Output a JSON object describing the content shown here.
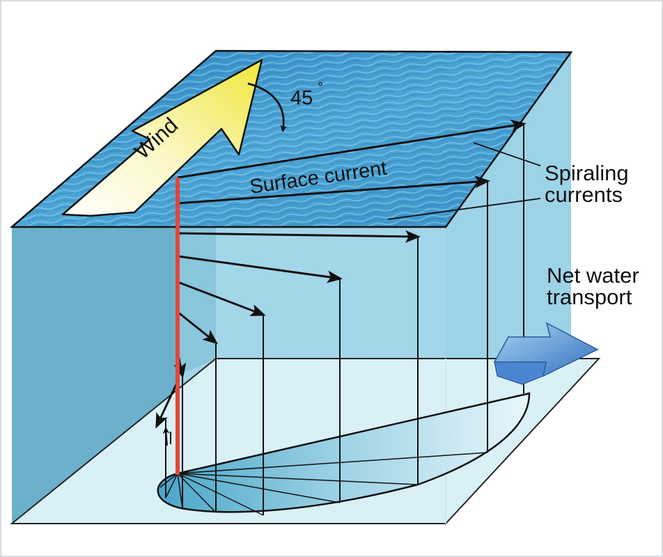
{
  "labels": {
    "wind": "Wind",
    "angle": "45",
    "angle_degree_mark": "°",
    "surface_current": "Surface current",
    "spiraling_line1": "Spiraling",
    "spiraling_line2": "currents",
    "net_line1": "Net water",
    "net_line2": "transport"
  },
  "colors": {
    "ocean_surface": "#3f96cc",
    "ocean_surface_light": "#7cc3e6",
    "water_side_dark": "#6fb2cc",
    "water_side_light": "#a4d8ea",
    "bottom_plane": "#d6eff6",
    "axis_line": "#e0473a",
    "wind_arrow_tip": "#f2e94a",
    "wind_arrow_tail": "#ffffff",
    "net_transport_arrow": "#3a78c6",
    "frame": "#d7dde3"
  },
  "icons": {
    "wind_arrow": "wind-arrow-icon",
    "angle_arrow": "curved-arrow-icon",
    "net_arrow": "net-transport-arrow-icon"
  }
}
